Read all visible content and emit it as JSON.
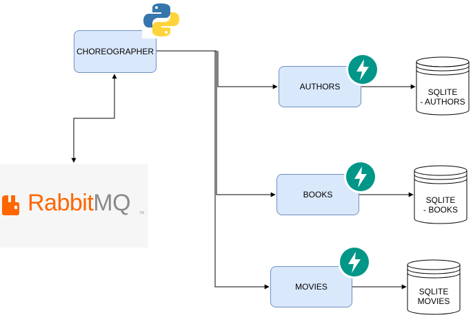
{
  "nodes": {
    "choreographer": "CHOREOGRAPHER",
    "authors": "AUTHORS",
    "books": "BOOKS",
    "movies": "MOVIES"
  },
  "databases": {
    "authors": [
      "SQLITE",
      "- AUTHORS"
    ],
    "books": [
      "SQLITE",
      "- BOOKS"
    ],
    "movies": [
      "SQLITE",
      "MOVIES"
    ]
  },
  "logos": {
    "broker": {
      "word1": "Rabbit",
      "word2": "MQ",
      "mark": "TM"
    },
    "language": "python-logo",
    "framework": "fastapi-logo"
  },
  "colors": {
    "node_fill": "#dae8fc",
    "node_stroke": "#6c8ebf",
    "fastapi_teal": "#009688",
    "rabbitmq_orange": "#ff6600",
    "python_blue": "#3776ab",
    "python_yellow": "#ffd43b"
  }
}
